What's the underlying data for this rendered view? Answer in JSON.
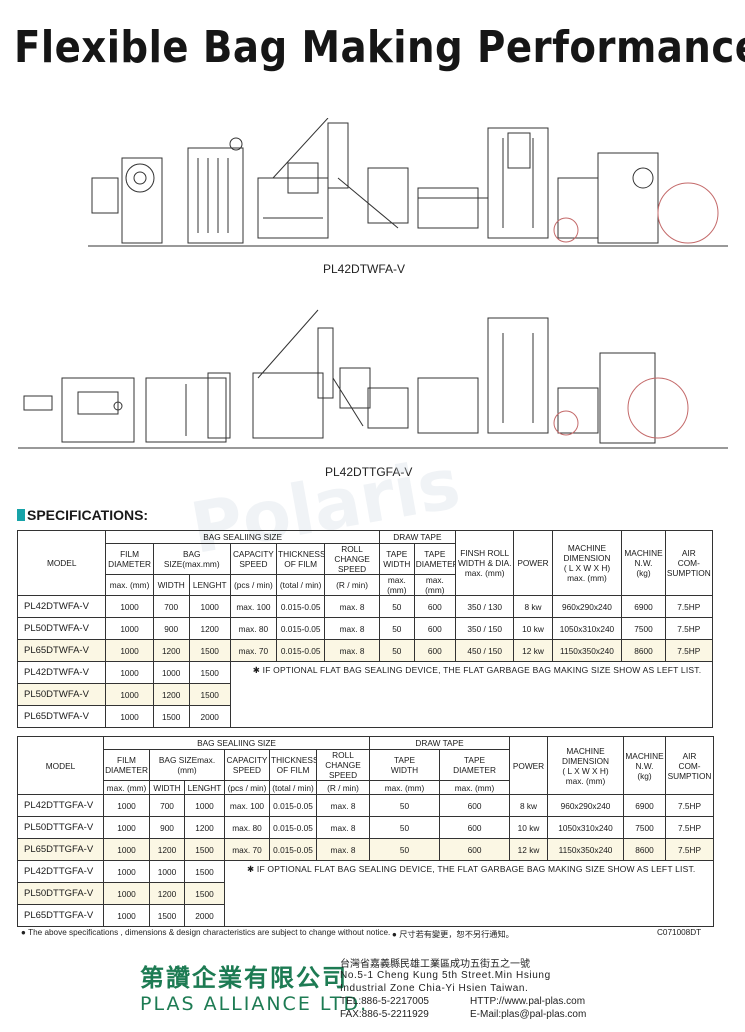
{
  "page": {
    "title": "Flexible Bag Making Performance",
    "watermark": "Polaris"
  },
  "machines": {
    "top_caption": "PL42DTWFA-V",
    "bottom_caption": "PL42DTTGFA-V"
  },
  "specifications_heading": "SPECIFICATIONS:",
  "table1": {
    "headers": {
      "model": "MODEL",
      "bag_sealing_size": "BAG SEALIING SIZE",
      "film_diameter": [
        "FILM",
        "DIAMETER"
      ],
      "bag_size": "BAG SIZE(max.mm)",
      "capacity_speed": [
        "CAPACITY",
        "SPEED"
      ],
      "thickness_of_film": [
        "THICKNESS",
        "OF FILM"
      ],
      "roll_change_speed": [
        "ROLL CHANGE",
        "SPEED"
      ],
      "draw_tape": "DRAW TAPE",
      "tape_width": [
        "TAPE",
        "WIDTH"
      ],
      "tape_diameter": [
        "TAPE",
        "DIAMETER"
      ],
      "finish_roll": [
        "FINSH ROLL",
        "WIDTH & DIA.",
        "max. (mm)"
      ],
      "power": "POWER",
      "machine_dimension": [
        "MACHINE",
        "DIMENSION",
        "( L X W X H)",
        "max. (mm)"
      ],
      "machine_nw": [
        "MACHINE",
        "N.W.",
        "(kg)"
      ],
      "air_consumption": [
        "AIR",
        "COM-",
        "SUMPTION"
      ],
      "units": {
        "film": "max. (mm)",
        "width": "WIDTH",
        "length": "LENGHT",
        "capacity": "(pcs / min)",
        "thickness": "(total / min)",
        "roll": "(R / min)",
        "tape_width": "max. (mm)",
        "tape_diameter": "max. (mm)"
      }
    },
    "rows": [
      {
        "model": "PL42DTWFA-V",
        "film": "1000",
        "width": "700",
        "length": "1000",
        "capacity": "max. 100",
        "thickness": "0.015-0.05",
        "roll": "max. 8",
        "tape_w": "50",
        "tape_d": "600",
        "finish": "350 / 130",
        "power": "8 kw",
        "dimension": "960x290x240",
        "nw": "6900",
        "air": "7.5HP"
      },
      {
        "model": "PL50DTWFA-V",
        "film": "1000",
        "width": "900",
        "length": "1200",
        "capacity": "max. 80",
        "thickness": "0.015-0.05",
        "roll": "max. 8",
        "tape_w": "50",
        "tape_d": "600",
        "finish": "350 / 150",
        "power": "10 kw",
        "dimension": "1050x310x240",
        "nw": "7500",
        "air": "7.5HP"
      },
      {
        "model": "PL65DTWFA-V",
        "film": "1000",
        "width": "1200",
        "length": "1500",
        "capacity": "max. 70",
        "thickness": "0.015-0.05",
        "roll": "max. 8",
        "tape_w": "50",
        "tape_d": "600",
        "finish": "450 / 150",
        "power": "12 kw",
        "dimension": "1150x350x240",
        "nw": "8600",
        "air": "7.5HP"
      }
    ],
    "flat_rows": [
      {
        "model": "PL42DTWFA-V",
        "film": "1000",
        "width": "1000",
        "length": "1500"
      },
      {
        "model": "PL50DTWFA-V",
        "film": "1000",
        "width": "1200",
        "length": "1500"
      },
      {
        "model": "PL65DTWFA-V",
        "film": "1000",
        "width": "1500",
        "length": "2000"
      }
    ],
    "note": "✱ IF OPTIONAL FLAT BAG SEALING DEVICE, THE FLAT GARBAGE BAG MAKING SIZE SHOW AS LEFT LIST."
  },
  "table2": {
    "headers": {
      "model": "MODEL",
      "bag_sealing_size": "BAG SEALIING SIZE",
      "film_diameter": [
        "FILM",
        "DIAMETER"
      ],
      "bag_size": "BAG SIZEmax. (mm)",
      "capacity_speed": [
        "CAPACITY",
        "SPEED"
      ],
      "thickness_of_film": [
        "THICKNESS",
        "OF FILM"
      ],
      "roll_change_speed": [
        "ROLL CHANGE",
        "SPEED"
      ],
      "draw_tape": "DRAW TAPE",
      "tape_width": [
        "TAPE",
        "WIDTH"
      ],
      "tape_diameter": [
        "TAPE",
        "DIAMETER"
      ],
      "power": "POWER",
      "machine_dimension": [
        "MACHINE",
        "DIMENSION",
        "( L X W X H)",
        "max. (mm)"
      ],
      "machine_nw": [
        "MACHINE",
        "N.W.",
        "(kg)"
      ],
      "air_consumption": [
        "AIR",
        "COM-",
        "SUMPTION"
      ],
      "units": {
        "film": "max. (mm)",
        "width": "WIDTH",
        "length": "LENGHT",
        "capacity": "(pcs / min)",
        "thickness": "(total / min)",
        "roll": "(R / min)",
        "tape_width": "max. (mm)",
        "tape_diameter": "max. (mm)"
      }
    },
    "rows": [
      {
        "model": "PL42DTTGFA-V",
        "film": "1000",
        "width": "700",
        "length": "1000",
        "capacity": "max. 100",
        "thickness": "0.015-0.05",
        "roll": "max. 8",
        "tape_w": "50",
        "tape_d": "600",
        "power": "8 kw",
        "dimension": "960x290x240",
        "nw": "6900",
        "air": "7.5HP"
      },
      {
        "model": "PL50DTTGFA-V",
        "film": "1000",
        "width": "900",
        "length": "1200",
        "capacity": "max. 80",
        "thickness": "0.015-0.05",
        "roll": "max. 8",
        "tape_w": "50",
        "tape_d": "600",
        "power": "10 kw",
        "dimension": "1050x310x240",
        "nw": "7500",
        "air": "7.5HP"
      },
      {
        "model": "PL65DTTGFA-V",
        "film": "1000",
        "width": "1200",
        "length": "1500",
        "capacity": "max. 70",
        "thickness": "0.015-0.05",
        "roll": "max. 8",
        "tape_w": "50",
        "tape_d": "600",
        "power": "12 kw",
        "dimension": "1150x350x240",
        "nw": "8600",
        "air": "7.5HP"
      }
    ],
    "flat_rows": [
      {
        "model": "PL42DTTGFA-V",
        "film": "1000",
        "width": "1000",
        "length": "1500"
      },
      {
        "model": "PL50DTTGFA-V",
        "film": "1000",
        "width": "1200",
        "length": "1500"
      },
      {
        "model": "PL65DTTGFA-V",
        "film": "1000",
        "width": "1500",
        "length": "2000"
      }
    ],
    "note": "✱ IF OPTIONAL FLAT BAG SEALING DEVICE, THE FLAT GARBAGE BAG MAKING SIZE SHOW AS LEFT LIST."
  },
  "footnote": {
    "en": "● The above specifications , dimensions & design characteristics are subject to change without notice.",
    "cn": "● 尺寸若有變更，恕不另行通知。",
    "code": "C071008DT"
  },
  "company": {
    "name_cn": "第讚企業有限公司",
    "name_en": "PLAS ALLIANCE LTD.",
    "address_cn": "台灣省嘉義縣民雄工業區成功五街五之一號",
    "address_en_1": "No.5-1 Cheng Kung 5th Street.Min Hsiung",
    "address_en_2": "Industrial Zone Chia-Yi Hsien Taiwan.",
    "tel": "TEL:886-5-2217005",
    "fax": "FAX:886-5-2211929",
    "http": "HTTP://www.pal-plas.com",
    "email": "E-Mail:plas@pal-plas.com"
  },
  "colors": {
    "accent_teal": "#17a3a8",
    "logo_green": "#1d7b53",
    "row_highlight": "#fbf7e4"
  }
}
